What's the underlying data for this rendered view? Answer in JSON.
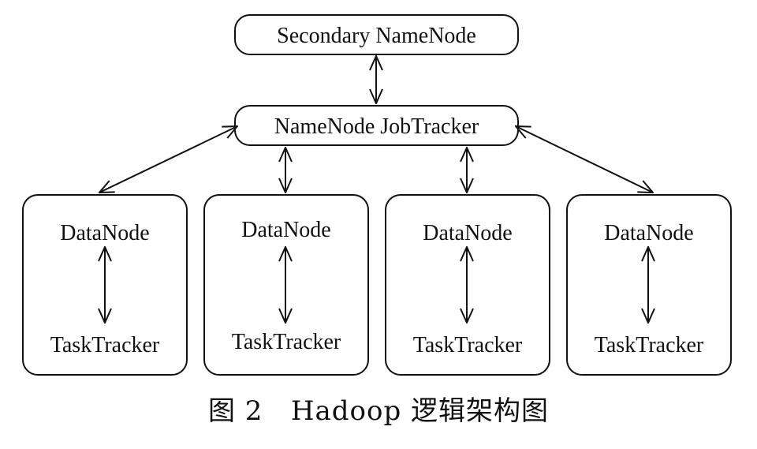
{
  "diagram": {
    "secondary_namenode": {
      "label": "Secondary NameNode"
    },
    "master": {
      "label": "NameNode JobTracker"
    },
    "slave_nodes": [
      {
        "datanode_label": "DataNode",
        "tasktracker_label": "TaskTracker"
      },
      {
        "datanode_label": "DataNode",
        "tasktracker_label": "TaskTracker"
      },
      {
        "datanode_label": "DataNode",
        "tasktracker_label": "TaskTracker"
      },
      {
        "datanode_label": "DataNode",
        "tasktracker_label": "TaskTracker"
      }
    ]
  },
  "caption": "图 2   Hadoop 逻辑架构图",
  "colors": {
    "stroke": "#111111",
    "background": "#ffffff"
  }
}
